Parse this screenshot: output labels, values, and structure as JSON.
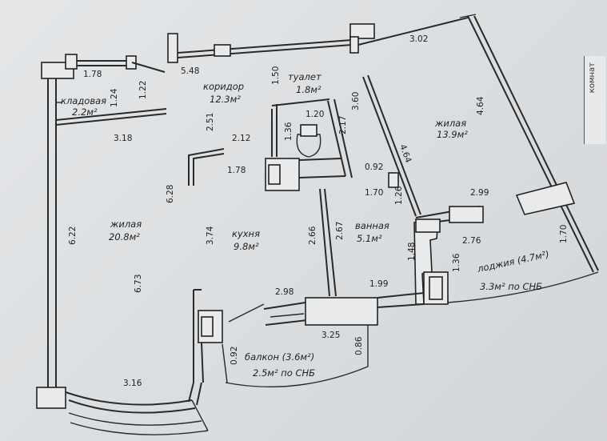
{
  "rooms": {
    "storage": {
      "name": "кладовая",
      "area": "2.2м²"
    },
    "corridor": {
      "name": "коридор",
      "area": "12.3м²"
    },
    "toilet": {
      "name": "туалет",
      "area": "1.8м²"
    },
    "living_right": {
      "name": "жилая",
      "area": "13.9м²"
    },
    "living_left": {
      "name": "жилая",
      "area": "20.8м²"
    },
    "kitchen": {
      "name": "кухня",
      "area": "9.8м²"
    },
    "bathroom": {
      "name": "ванная",
      "area": "5.1м²"
    },
    "loggia": {
      "name": "лоджия (4.7м²)",
      "area": "3.3м² по СНБ"
    },
    "balcony": {
      "name": "балкон (3.6м²)",
      "area": "2.5м² по СНБ"
    }
  },
  "dimensions": {
    "d548": "5.48",
    "d178a": "1.78",
    "d124": "1.24",
    "d122": "1.22",
    "d150": "1.50",
    "d302": "3.02",
    "d464a": "4.64",
    "d360": "3.60",
    "d136a": "1.36",
    "d120": "1.20",
    "d217": "2.17",
    "d251": "2.51",
    "d212": "2.12",
    "d318": "3.18",
    "d464b": "4.64",
    "d092a": "0.92",
    "d628": "6.28",
    "d178b": "1.78",
    "d170a": "1.70",
    "d126": "1.26",
    "d299": "2.99",
    "d622": "6.22",
    "d374": "3.74",
    "d266": "2.66",
    "d267": "2.67",
    "d276": "2.76",
    "d148": "1.48",
    "d136b": "1.36",
    "d170b": "1.70",
    "d673": "6.73",
    "d298": "2.98",
    "d199": "1.99",
    "d325": "3.25",
    "d086": "0.86",
    "d092b": "0.92",
    "d316": "3.16"
  },
  "margin_note": "комнат"
}
